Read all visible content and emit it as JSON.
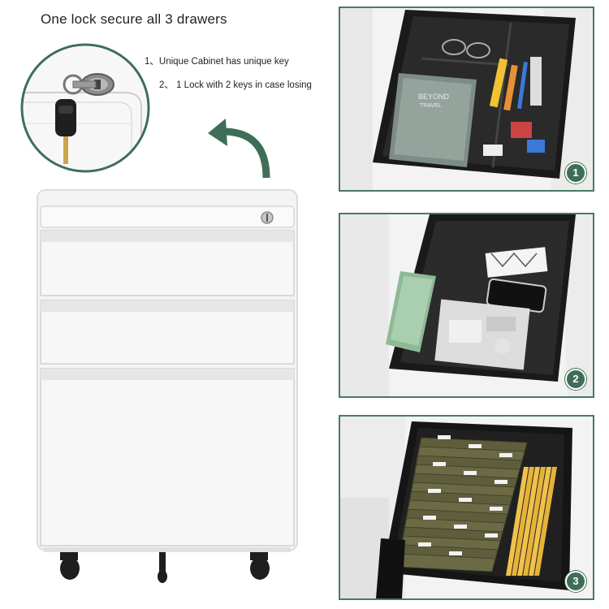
{
  "headline": "One lock secure all 3 drawers",
  "notes": [
    "1、Unique Cabinet has unique key",
    "2、 1 Lock with 2 keys in case losing"
  ],
  "panels": [
    {
      "number": "1",
      "content": "top drawer with stationery organizer"
    },
    {
      "number": "2",
      "content": "middle drawer with tray"
    },
    {
      "number": "3",
      "content": "bottom drawer with hanging file folders"
    }
  ],
  "book_text": {
    "line1": "BEYOND",
    "line2": "TRAVEL"
  },
  "colors": {
    "accent": "#3f6e58",
    "cabinet": "#f4f4f4",
    "drawer_interior": "#1a1a1a",
    "folder": "#6b6a45",
    "folder_alt": "#e6b23a"
  }
}
